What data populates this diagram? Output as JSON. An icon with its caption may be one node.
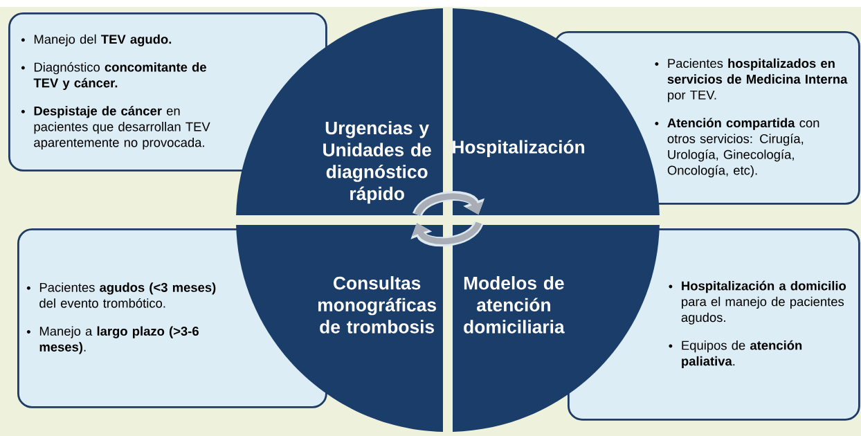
{
  "diagram": {
    "nodes": [
      {
        "text": [
          "Manejo del **TEV agudo.**",
          "Diagnóstico **concomitante de TEV y cáncer.**",
          "**Despistaje de cáncer** en pacientes que desarrollan TEV aparentemente no provocada."
        ]
      },
      {
        "text": [
          "Urgencias y Unidades de diagnóstico rápido"
        ]
      },
      {
        "text": [
          "Hospitalización"
        ]
      },
      {
        "text": [
          "Pacientes **hospitalizados en servicios de Medicina Interna** por TEV.",
          "**Atención compartida** con otros servicios: Cirugía, Urología, Ginecología, Oncología, etc)."
        ]
      },
      {
        "text": [
          "Pacientes **agudos (<3 meses)** del evento trombótico.",
          "Manejo a **largo plazo (>3-6 meses)**."
        ]
      },
      {
        "text": [
          "Consultas monográficas de trombosis"
        ]
      },
      {
        "text": [
          "Modelos de atención domiciliaria"
        ]
      },
      {
        "text": [
          "**Hospitalización a domicilio** para el manejo de pacientes agudos.",
          "Equipos de **atención paliativa**."
        ]
      }
    ],
    "edges": [
      {
        "from": 1,
        "to": 2,
        "arrow": "to"
      },
      {
        "from": 6,
        "to": 5,
        "arrow": "to"
      }
    ]
  }
}
